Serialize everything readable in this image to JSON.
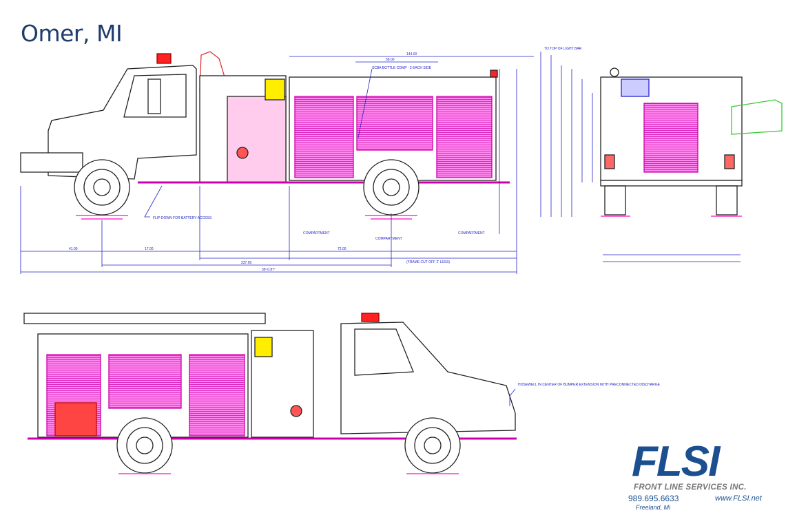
{
  "title": "Omer, MI",
  "drawing": {
    "notes": {
      "scba": "SCBA BOTTLE COMP - 2 EACH SIDE",
      "flip": "FLIP DOWN FOR BATTERY ACCESS",
      "light_bar": "TO TOP OF LIGHT BAR",
      "compartment_left": "COMPARTMENT",
      "compartment_mid": "COMPARTMENT",
      "compartment_right": "COMPARTMENT",
      "frame": "(FRAME CUT OFF 2' LESS)",
      "hosewell": "HOSEWELL IN CENTER OF BUMPER EXTENSION WITH PRECONNECTED DISCHARGE",
      "overall": "39'-0.87\""
    },
    "dims": [
      "41.00",
      "17.00",
      "72.00",
      "237.00",
      "144.00",
      "58.00"
    ]
  },
  "logo": {
    "wordmark": "FLSI",
    "company": "FRONT LINE SERVICES INC.",
    "phone": "989.695.6633",
    "website": "www.FLSI.net",
    "city": "Freeland, Mi"
  },
  "colors": {
    "title": "#1f3d6b",
    "line": "#2222cc",
    "body": "#ff33cc",
    "yellow": "#ffee00",
    "logo_blue": "#1b4f8f"
  }
}
